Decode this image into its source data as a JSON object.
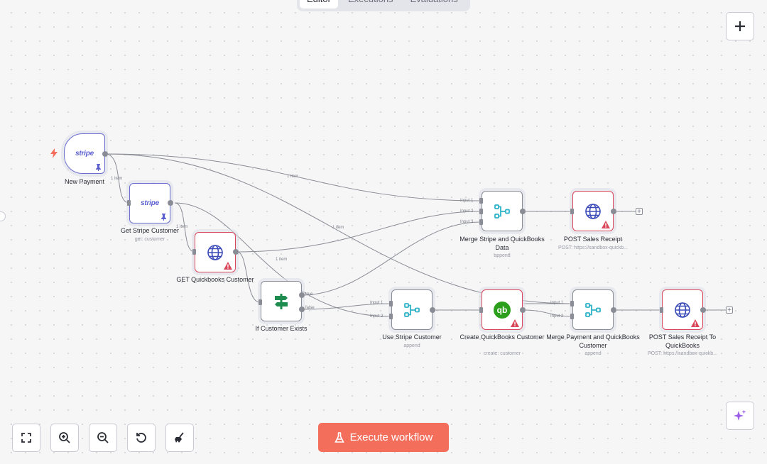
{
  "tabs": [
    {
      "label": "Editor",
      "active": true
    },
    {
      "label": "Executions",
      "active": false
    },
    {
      "label": "Evaluations",
      "active": false
    }
  ],
  "nodes": {
    "new_payment": {
      "label": "New Payment",
      "logo": "stripe"
    },
    "get_stripe_customer": {
      "label": "Get Stripe Customer",
      "sub": "get: customer",
      "logo": "stripe"
    },
    "get_qb_customer": {
      "label": "GET Quickbooks Customer",
      "icon": "globe-icon"
    },
    "if_customer_exists": {
      "label": "If Customer Exists",
      "icon": "signpost-icon"
    },
    "merge_stripe_qb": {
      "label": "Merge Stripe and QuickBooks Data",
      "sub": "append",
      "icon": "merge-icon"
    },
    "post_sales_receipt": {
      "label": "POST Sales Receipt",
      "sub": "POST: https://sandbox-quickb...",
      "icon": "globe-icon"
    },
    "use_stripe_customer": {
      "label": "Use Stripe Customer",
      "sub": "append",
      "icon": "merge-icon"
    },
    "create_qb_customer": {
      "label": "Create QuickBooks Customer",
      "sub": "create: customer",
      "icon": "quickbooks-icon",
      "logo": "qb"
    },
    "merge_payment_qb": {
      "label": "Merge Payment and QuickBooks Customer",
      "sub": "append",
      "icon": "merge-icon"
    },
    "post_sales_receipt_qb": {
      "label": "POST Sales Receipt To QuickBooks",
      "sub": "POST: https://sandbox-quickb...",
      "icon": "globe-icon"
    }
  },
  "edge_labels": {
    "e1": "1 item",
    "e2": "1 item",
    "e3": "1 item",
    "e4": "1 item",
    "e5": "1 item"
  },
  "ports": {
    "input1": "Input 1",
    "input2": "Input 2",
    "input3": "Input 3",
    "true": "true",
    "false": "false"
  },
  "controls": {
    "fit": "fit-view-icon",
    "zoom_in": "zoom-in-icon",
    "zoom_out": "zoom-out-icon",
    "reset": "reset-zoom-icon",
    "tidy": "tidy-up-icon"
  },
  "execute_label": "Execute workflow",
  "colors": {
    "accent": "#f46e5c",
    "error": "#d9485a",
    "stripe": "#5b5fd0",
    "merge": "#2fb3c8",
    "quickbooks": "#2ca01c",
    "globe": "#3b4bb8",
    "ai": "#9b5de5"
  }
}
